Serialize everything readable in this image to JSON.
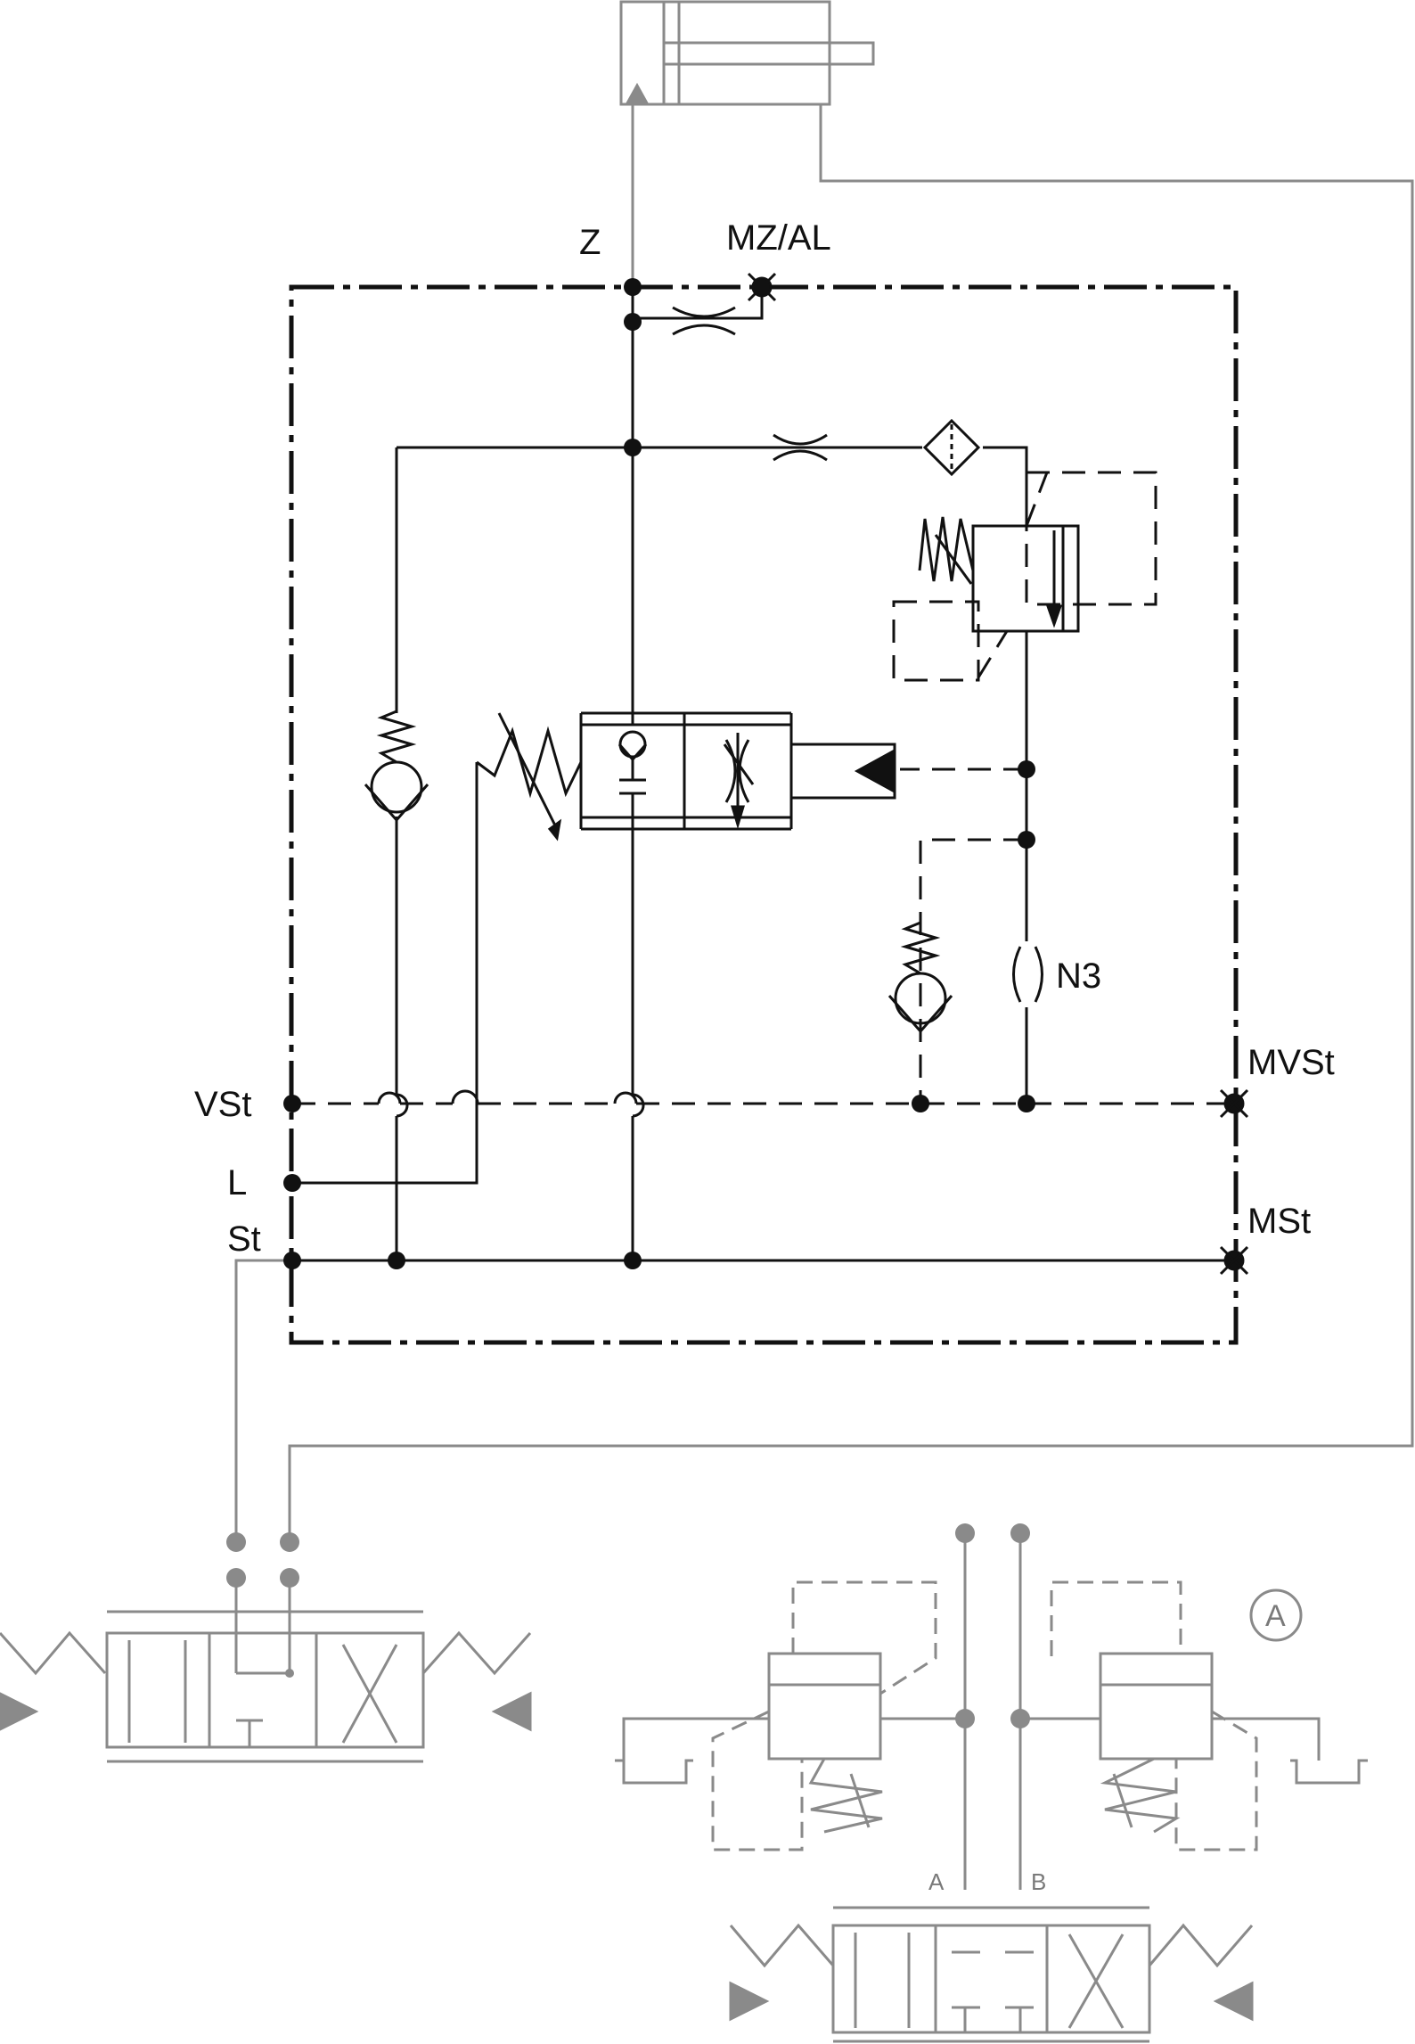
{
  "labels": {
    "Z": "Z",
    "MZ_AL": "MZ/AL",
    "N3": "N3",
    "VSt": "VSt",
    "L": "L",
    "St": "St",
    "MVSt": "MVSt",
    "MSt": "MSt",
    "A_port": "A",
    "B_port": "B",
    "A_circle": "A"
  },
  "colors": {
    "main_line": "#111111",
    "external_line": "#8a8a8a",
    "background": "#ffffff"
  }
}
